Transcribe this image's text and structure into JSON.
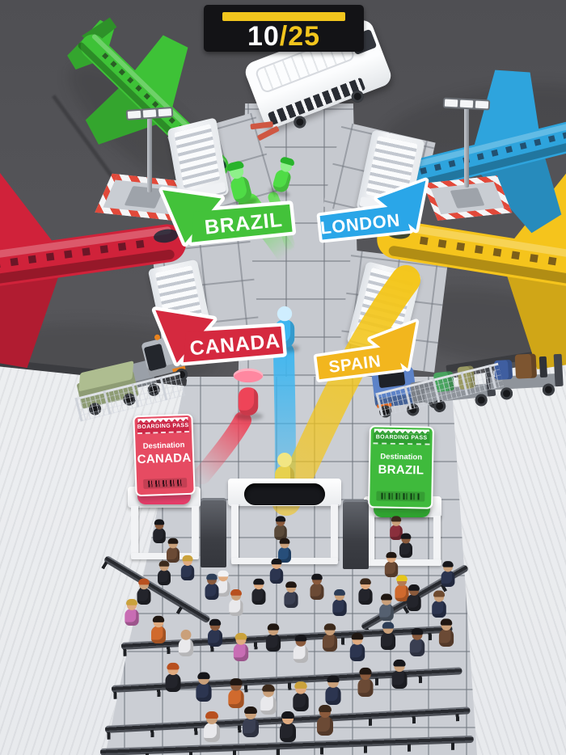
{
  "hud": {
    "current": "10",
    "separator": "/",
    "total": "25",
    "bar_color": "#f2c51d",
    "panel_color": "#131316"
  },
  "arrows": [
    {
      "label": "BRAZIL",
      "color": "#43c23a",
      "direction": "up-left"
    },
    {
      "label": "LONDON",
      "color": "#2aa6e8",
      "direction": "up-right"
    },
    {
      "label": "CANADA",
      "color": "#d5293f",
      "direction": "up-left"
    },
    {
      "label": "SPAIN",
      "color": "#f2b61e",
      "direction": "up-right"
    }
  ],
  "boarding_passes": [
    {
      "header": "BOARDING PASS",
      "destination_label": "Destination",
      "city": "CANADA",
      "color": "#e64b62",
      "band_color": "#cb2746"
    },
    {
      "header": "BOARDING PASS",
      "destination_label": "Destination",
      "city": "BRAZIL",
      "color": "#3fba3c",
      "band_color": "#2f9f31"
    }
  ],
  "planes": [
    {
      "name": "green-plane",
      "color": "#3ec237",
      "destination": "BRAZIL"
    },
    {
      "name": "blue-plane",
      "color": "#2ea4dd",
      "destination": "LONDON"
    },
    {
      "name": "red-plane",
      "color": "#d0223a",
      "destination": "CANADA"
    },
    {
      "name": "yellow-plane",
      "color": "#f5c41c",
      "destination": "SPAIN"
    }
  ],
  "travelers": [
    {
      "color_name": "green",
      "color": "#4fdc46",
      "count": 2
    },
    {
      "color_name": "blue",
      "color": "#3eb6f0",
      "count": 1
    },
    {
      "color_name": "red",
      "color": "#ee4458",
      "count": 1
    },
    {
      "color_name": "yellow",
      "color": "#e7d14e",
      "count": 1
    }
  ],
  "crowd_format": [
    "x",
    "y",
    "scale",
    "shirt",
    "skin",
    "hair"
  ],
  "crowd": [
    [
      197,
      672,
      0.78,
      "#23242b",
      "#8a5a3c",
      "#16161a"
    ],
    [
      214,
      696,
      0.8,
      "#6b4a35",
      "#caa07a",
      "#201712"
    ],
    [
      232,
      718,
      0.82,
      "#2c3550",
      "#e0ab80",
      "#caa23c"
    ],
    [
      203,
      724,
      0.8,
      "#23242b",
      "#caa07a",
      "#3c2a1c"
    ],
    [
      347,
      668,
      0.78,
      "#5a4a3a",
      "#8a5a3c",
      "#16161a"
    ],
    [
      352,
      696,
      0.8,
      "#274e7a",
      "#caa07a",
      "#201712"
    ],
    [
      342,
      722,
      0.82,
      "#2c3550",
      "#e0ab80",
      "#16161a"
    ],
    [
      490,
      668,
      0.78,
      "#8a2f3c",
      "#caa07a",
      "#3c2a1c"
    ],
    [
      502,
      690,
      0.8,
      "#23242b",
      "#8a5a3c",
      "#16161a"
    ],
    [
      484,
      714,
      0.82,
      "#6b4a35",
      "#e0ab80",
      "#201712"
    ],
    [
      497,
      744,
      0.86,
      "#d06a2e",
      "#b57a52",
      "#e6c619"
    ],
    [
      178,
      748,
      0.85,
      "#23242b",
      "#caa07a",
      "#b8501f"
    ],
    [
      163,
      774,
      0.87,
      "#c86db4",
      "#e0ab80",
      "#caa23c"
    ],
    [
      262,
      742,
      0.85,
      "#2c3550",
      "#8a5a3c",
      "#2c3d57"
    ],
    [
      276,
      738,
      0.85,
      "#e9e9ec",
      "#e0ab80",
      "#f2f2f4"
    ],
    [
      292,
      762,
      0.87,
      "#e9e9ec",
      "#caa07a",
      "#b8501f"
    ],
    [
      320,
      748,
      0.85,
      "#23242b",
      "#e0ab80",
      "#16161a"
    ],
    [
      360,
      752,
      0.86,
      "#3a3f52",
      "#caa07a",
      "#201712"
    ],
    [
      392,
      742,
      0.85,
      "#6b4a35",
      "#8a5a3c",
      "#16161a"
    ],
    [
      420,
      762,
      0.87,
      "#2c3550",
      "#caa07a",
      "#2c3d57"
    ],
    [
      452,
      748,
      0.86,
      "#23242b",
      "#e0ab80",
      "#3c2a1c"
    ],
    [
      478,
      768,
      0.88,
      "#556070",
      "#caa07a",
      "#201712"
    ],
    [
      512,
      756,
      0.87,
      "#23242b",
      "#8a5a3c",
      "#16161a"
    ],
    [
      543,
      764,
      0.88,
      "#2c3550",
      "#caa07a",
      "#6e4a2f"
    ],
    [
      554,
      726,
      0.84,
      "#2c3550",
      "#caa07a",
      "#16161a"
    ],
    [
      196,
      796,
      0.9,
      "#d06a2e",
      "#e0ab80",
      "#201712"
    ],
    [
      230,
      812,
      0.92,
      "#e9e9ec",
      "#caa07a",
      null
    ],
    [
      266,
      800,
      0.9,
      "#2c3550",
      "#8a5a3c",
      "#16161a"
    ],
    [
      298,
      818,
      0.92,
      "#c86db4",
      "#e0ab80",
      "#caa23c"
    ],
    [
      338,
      806,
      0.91,
      "#23242b",
      "#caa07a",
      "#201712"
    ],
    [
      372,
      820,
      0.92,
      "#e9e9ec",
      "#8a5a3c",
      "#16161a"
    ],
    [
      408,
      806,
      0.91,
      "#6b4a35",
      "#caa07a",
      "#3c2a1c"
    ],
    [
      442,
      818,
      0.92,
      "#2c3550",
      "#e0ab80",
      "#201712"
    ],
    [
      480,
      804,
      0.91,
      "#23242b",
      "#caa07a",
      "#2c3d57"
    ],
    [
      516,
      812,
      0.92,
      "#3a3f52",
      "#8a5a3c",
      "#16161a"
    ],
    [
      552,
      800,
      0.91,
      "#6b4a35",
      "#caa07a",
      "#201712"
    ],
    [
      214,
      856,
      0.95,
      "#23242b",
      "#e0ab80",
      "#b8501f"
    ],
    [
      252,
      868,
      0.96,
      "#2c3550",
      "#caa07a",
      "#16161a"
    ],
    [
      292,
      876,
      0.97,
      "#d06a2e",
      "#8a5a3c",
      "#201712"
    ],
    [
      332,
      884,
      0.98,
      "#e9e9ec",
      "#caa07a",
      "#3c2a1c"
    ],
    [
      372,
      880,
      0.97,
      "#23242b",
      "#e0ab80",
      "#caa23c"
    ],
    [
      412,
      872,
      0.96,
      "#2c3550",
      "#caa07a",
      "#16161a"
    ],
    [
      452,
      862,
      0.95,
      "#6b4a35",
      "#8a5a3c",
      "#201712"
    ],
    [
      494,
      852,
      0.95,
      "#23242b",
      "#caa07a",
      "#16161a"
    ],
    [
      262,
      918,
      1,
      "#e9e9ec",
      "#caa07a",
      "#b8501f"
    ],
    [
      310,
      912,
      1,
      "#3a3f52",
      "#caa07a",
      "#201712"
    ],
    [
      356,
      918,
      1,
      "#23242b",
      "#e0ab80",
      "#16161a"
    ],
    [
      402,
      910,
      1,
      "#6b4a35",
      "#8a5a3c",
      "#3c2a1c"
    ]
  ]
}
